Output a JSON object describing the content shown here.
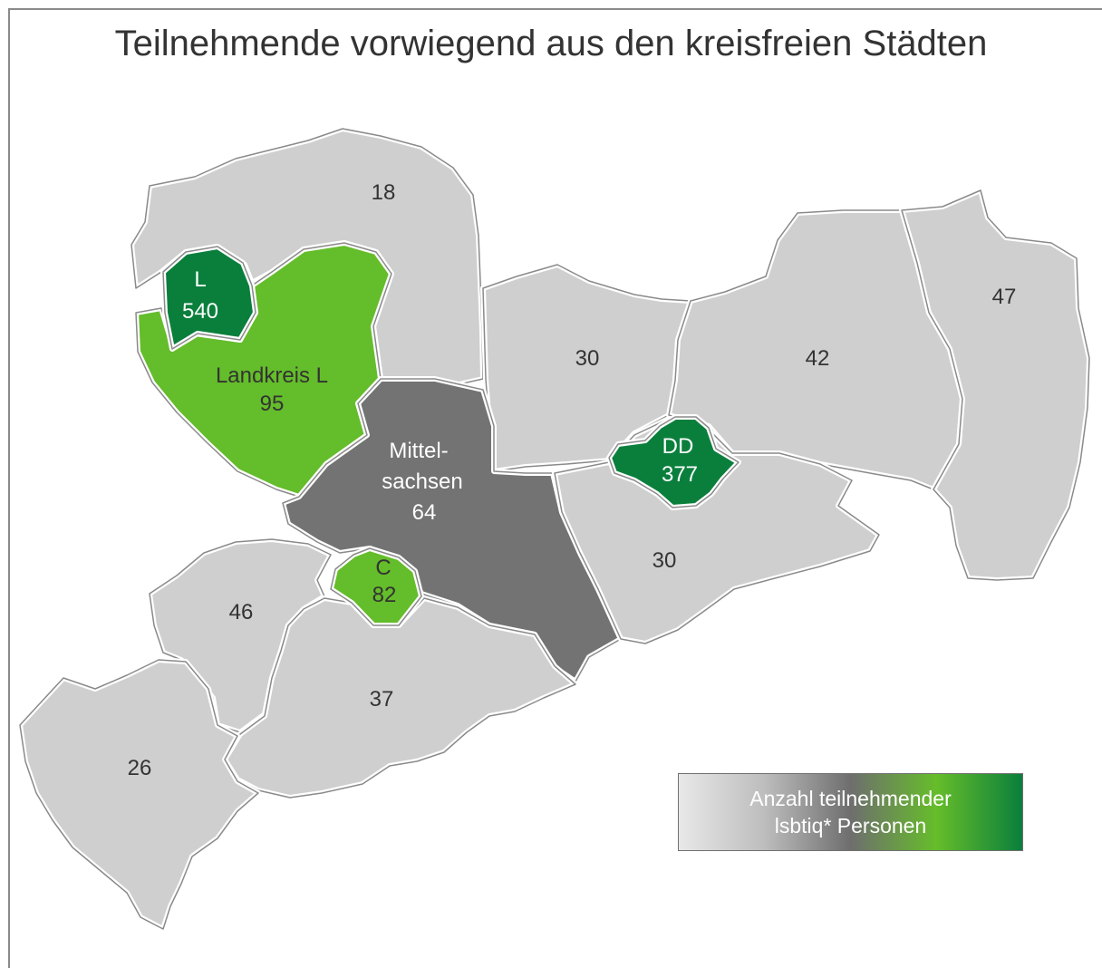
{
  "title": "Teilnehmende vorwiegend aus den kreisfreien Städten",
  "colors": {
    "light_gray": "#cfcfcf",
    "dark_gray": "#737373",
    "light_green": "#64bd2a",
    "dark_green": "#0a7f3c",
    "border": "#8a8a8a"
  },
  "regions": [
    {
      "id": "nordsachsen",
      "value": "18",
      "fill": "light_gray",
      "text_color": "#333333"
    },
    {
      "id": "leipzig",
      "line1": "L",
      "value": "540",
      "fill": "dark_green",
      "text_color": "#ffffff"
    },
    {
      "id": "landkreis-leipzig",
      "line1": "Landkreis L",
      "value": "95",
      "fill": "light_green",
      "text_color": "#333333"
    },
    {
      "id": "meissen",
      "value": "30",
      "fill": "light_gray",
      "text_color": "#333333"
    },
    {
      "id": "bautzen",
      "value": "42",
      "fill": "light_gray",
      "text_color": "#333333"
    },
    {
      "id": "goerlitz",
      "value": "47",
      "fill": "light_gray",
      "text_color": "#333333"
    },
    {
      "id": "dresden",
      "line1": "DD",
      "value": "377",
      "fill": "dark_green",
      "text_color": "#ffffff"
    },
    {
      "id": "mittelsachsen",
      "line1": "Mittel-",
      "line2": "sachsen",
      "value": "64",
      "fill": "dark_gray",
      "text_color": "#ffffff"
    },
    {
      "id": "saechsische-schweiz",
      "value": "30",
      "fill": "light_gray",
      "text_color": "#333333"
    },
    {
      "id": "chemnitz",
      "line1": "C",
      "value": "82",
      "fill": "light_green",
      "text_color": "#333333"
    },
    {
      "id": "zwickau",
      "value": "46",
      "fill": "light_gray",
      "text_color": "#333333"
    },
    {
      "id": "erzgebirgskreis",
      "value": "37",
      "fill": "light_gray",
      "text_color": "#333333"
    },
    {
      "id": "vogtlandkreis",
      "value": "26",
      "fill": "light_gray",
      "text_color": "#333333"
    }
  ],
  "legend": {
    "line1": "Anzahl teilnehmender",
    "line2": "lsbtiq* Personen",
    "gradient": [
      "#e8e8e8",
      "#bdbdbd",
      "#6e6e6e",
      "#66bd2a",
      "#0a7f3c"
    ]
  }
}
